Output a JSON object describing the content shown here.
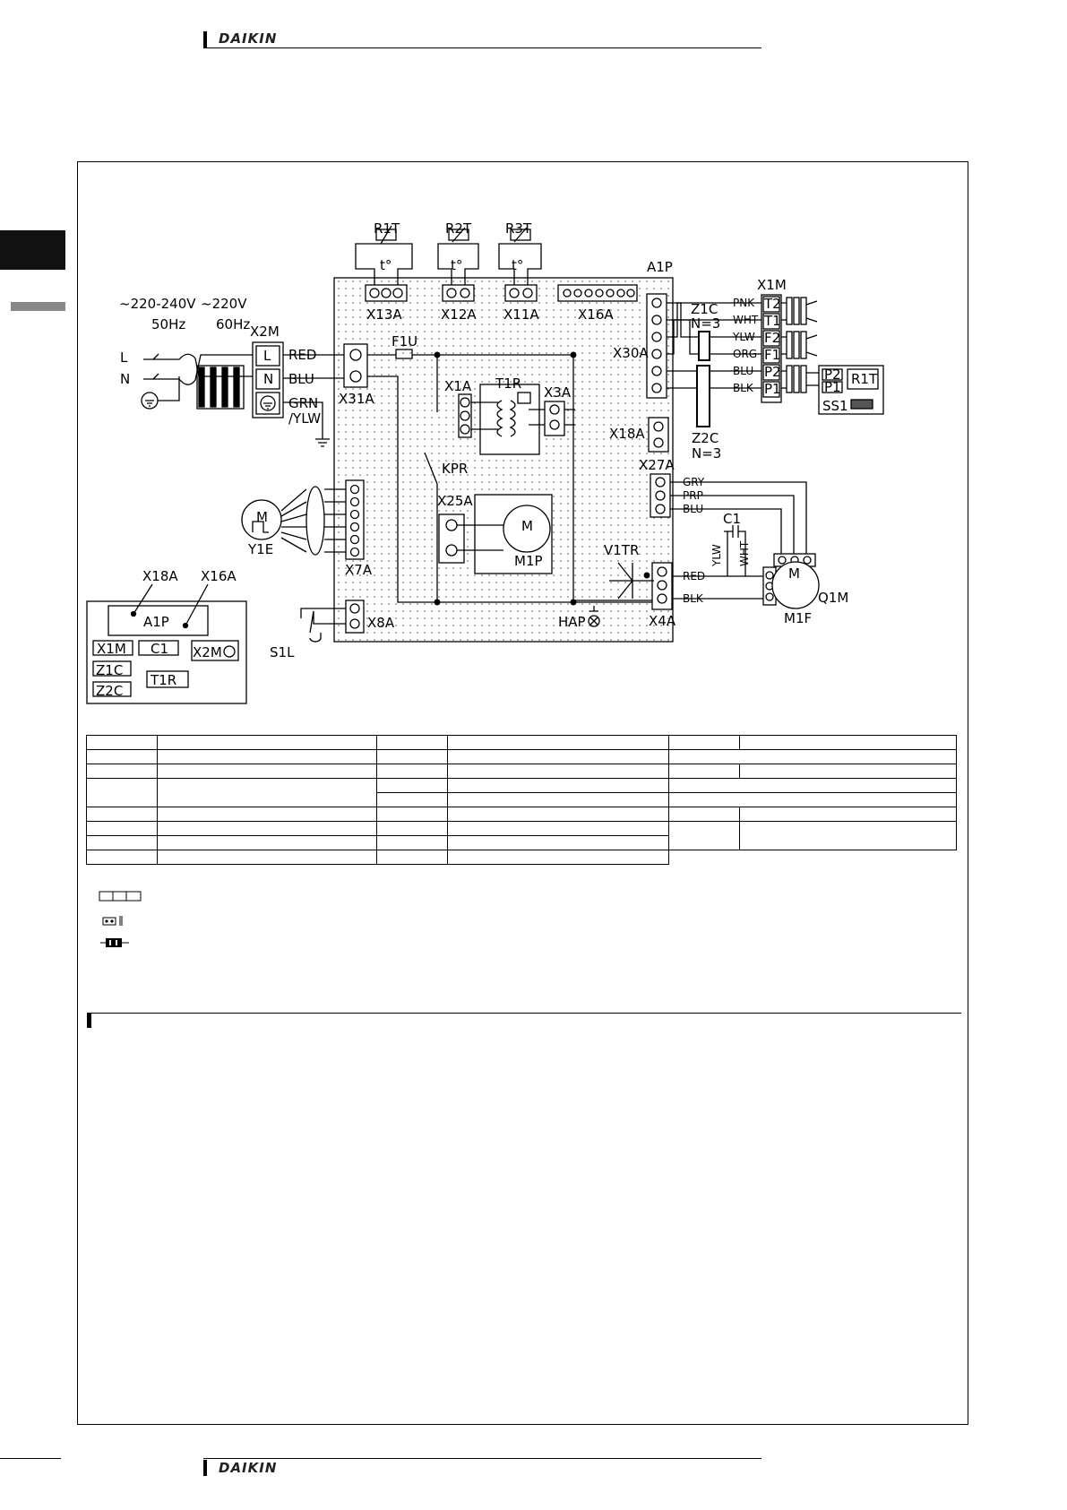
{
  "header": {
    "brand": "DAIKIN"
  },
  "footer": {
    "brand": "DAIKIN"
  },
  "diagram": {
    "board": "A1P",
    "supply": {
      "voltage_50": "~220-240V",
      "freq_50": "50Hz",
      "voltage_60": "~220V",
      "freq_60": "60Hz"
    },
    "terminal_x2m": {
      "name": "X2M",
      "l": "L",
      "n": "N"
    },
    "lines": {
      "l": "L",
      "n": "N"
    },
    "wires": {
      "red": "RED",
      "blu": "BLU",
      "grn": "GRN",
      "ylw": "/YLW",
      "pnk": "PNK",
      "wht": "WHT",
      "ylw2": "YLW",
      "org": "ORG",
      "blu2": "BLU",
      "blk": "BLK",
      "gry": "GRY",
      "prp": "PRP",
      "blu3": "BLU",
      "red2": "RED",
      "blk2": "BLK",
      "c1_ylw": "YLW",
      "c1_wht": "WHT"
    },
    "thermistors": {
      "r1t": "R1T",
      "r2t": "R2T",
      "r3t": "R3T",
      "t": "t°"
    },
    "connectors": {
      "x13a": "X13A",
      "x12a": "X12A",
      "x11a": "X11A",
      "x16a": "X16A",
      "x31a": "X31A",
      "x30a": "X30A",
      "x1a": "X1A",
      "x3a": "X3A",
      "x18a": "X18A",
      "x27a": "X27A",
      "x25a": "X25A",
      "x7a": "X7A",
      "x8a": "X8A",
      "x4a": "X4A"
    },
    "components": {
      "f1u": "F1U",
      "t1r": "T1R",
      "kpr": "KPR",
      "m1p": "M1P",
      "v1tr": "V1TR",
      "hap": "HAP",
      "c1": "C1",
      "m1f": "M1F",
      "q1m": "Q1M",
      "y1e": "Y1E",
      "s1l": "S1L",
      "m": "M",
      "z1c": "Z1C",
      "z2c": "Z2C",
      "n3": "N=3"
    },
    "x1m": {
      "name": "X1M",
      "t2": "T2",
      "t1": "T1",
      "f2": "F2",
      "f1": "F1",
      "p2": "P2",
      "p1": "P1"
    },
    "remote": {
      "p2": "P2",
      "p1": "P1",
      "r1t": "R1T",
      "ss1": "SS1"
    },
    "layout_box": {
      "x18a": "X18A",
      "x16a": "X16A",
      "a1p": "A1P",
      "x1m": "X1M",
      "c1": "C1",
      "x2m": "X2M",
      "z1c": "Z1C",
      "t1r": "T1R",
      "z2c": "Z2C"
    }
  }
}
